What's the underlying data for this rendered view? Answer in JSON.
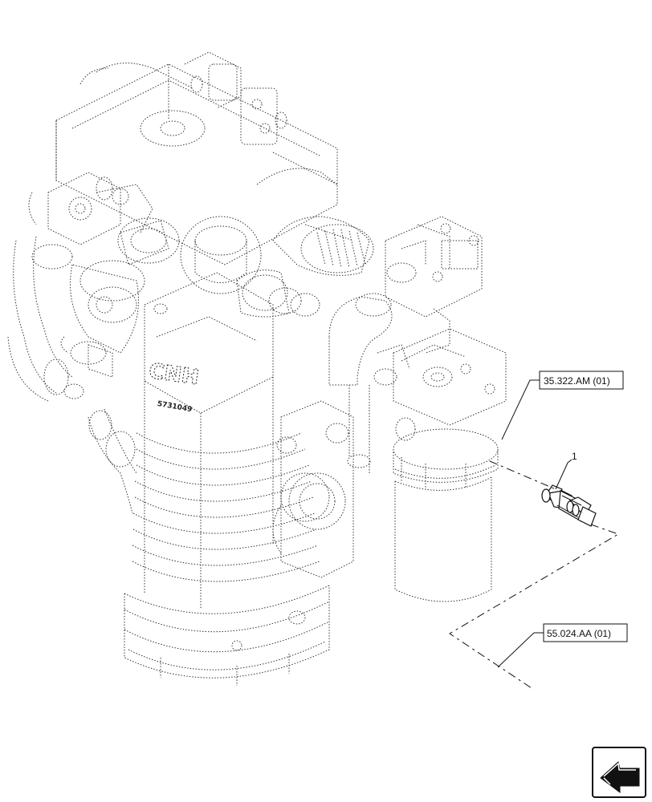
{
  "diagram": {
    "callouts": [
      {
        "id": "ref-35",
        "label": "35.322.AM (01)"
      },
      {
        "id": "ref-55",
        "label": "55.024.AA (01)"
      }
    ],
    "part_number": "1",
    "engine_brand": "CNH",
    "engine_serial": "5731049",
    "nav_icon": "page-navigation-arrow-icon"
  }
}
